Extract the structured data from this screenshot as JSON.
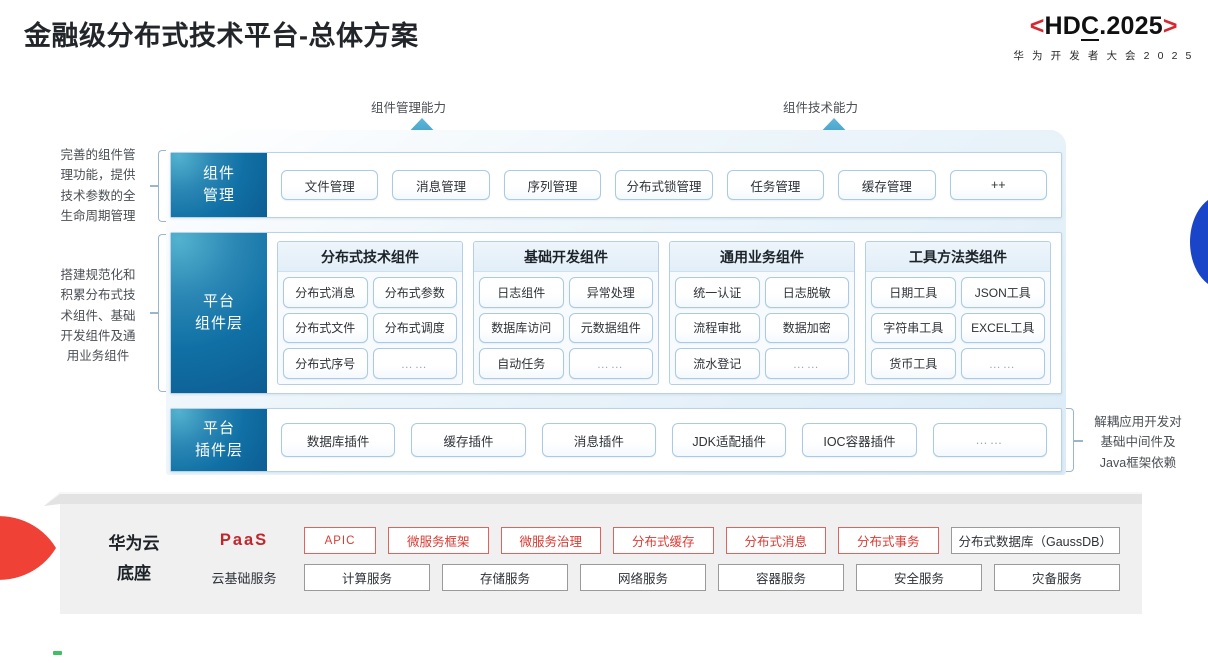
{
  "header": {
    "title": "金融级分布式技术平台-总体方案",
    "logo_brk_left": "<",
    "logo_main_a": "HD",
    "logo_main_b": "C",
    "logo_main_c": ".2025",
    "logo_brk_right": ">",
    "logo_sub": "华 为 开 发 者 大 会 2 0 2 5"
  },
  "arrows": {
    "left_caption": "组件管理能力",
    "right_caption": "组件技术能力"
  },
  "notes": {
    "left_top": "完善的组件管\n理功能，提供\n技术参数的全\n生命周期管理",
    "left_mid": "搭建规范化和\n积累分布式技\n术组件、基础\n开发组件及通\n用业务组件",
    "right": "解耦应用开发对\n基础中间件及\nJava框架依赖"
  },
  "layers": {
    "component_management": {
      "label_line1": "组件",
      "label_line2": "管理",
      "items": [
        "文件管理",
        "消息管理",
        "序列管理",
        "分布式锁管理",
        "任务管理",
        "缓存管理",
        "++"
      ]
    },
    "platform_component": {
      "label_line1": "平台",
      "label_line2": "组件层",
      "groups": [
        {
          "title": "分布式技术组件",
          "items": [
            "分布式消息",
            "分布式参数",
            "分布式文件",
            "分布式调度",
            "分布式序号",
            "……"
          ]
        },
        {
          "title": "基础开发组件",
          "items": [
            "日志组件",
            "异常处理",
            "数据库访问",
            "元数据组件",
            "自动任务",
            "……"
          ]
        },
        {
          "title": "通用业务组件",
          "items": [
            "统一认证",
            "日志脱敏",
            "流程审批",
            "数据加密",
            "流水登记",
            "……"
          ]
        },
        {
          "title": "工具方法类组件",
          "items": [
            "日期工具",
            "JSON工具",
            "字符串工具",
            "EXCEL工具",
            "货币工具",
            "……"
          ]
        }
      ]
    },
    "platform_plugin": {
      "label_line1": "平台",
      "label_line2": "插件层",
      "items": [
        "数据库插件",
        "缓存插件",
        "消息插件",
        "JDK适配插件",
        "IOC容器插件",
        "……"
      ]
    }
  },
  "base": {
    "title_line1": "华为云",
    "title_line2": "底座",
    "paas_tag": "PaaS",
    "cloud_tag": "云基础服务",
    "paas_items": [
      {
        "label": "APIC",
        "style": "red"
      },
      {
        "label": "微服务框架",
        "style": "red"
      },
      {
        "label": "微服务治理",
        "style": "red"
      },
      {
        "label": "分布式缓存",
        "style": "red"
      },
      {
        "label": "分布式消息",
        "style": "red"
      },
      {
        "label": "分布式事务",
        "style": "red"
      },
      {
        "label": "分布式数据库（GaussDB）",
        "style": "gray"
      }
    ],
    "cloud_items": [
      "计算服务",
      "存储服务",
      "网络服务",
      "容器服务",
      "安全服务",
      "灾备服务"
    ]
  },
  "colors": {
    "brand_red": "#d7282f",
    "layer_blue": "#1070a5",
    "arrow_blue": "#1f7fb5",
    "accent_blue": "#1b45c8",
    "note_gray": "#4a4f55"
  }
}
